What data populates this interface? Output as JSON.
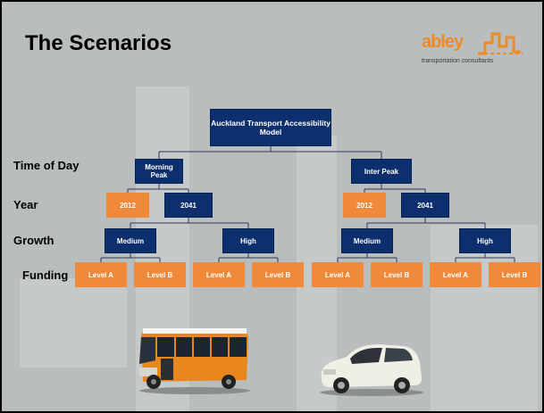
{
  "slide": {
    "title": "The Scenarios",
    "logo": {
      "word": "abley",
      "tagline": "transportation consultants"
    }
  },
  "row_labels": {
    "time_of_day": "Time of Day",
    "year": "Year",
    "growth": "Growth",
    "funding": "Funding"
  },
  "tree": {
    "root": "Auckland Transport Accessibility Model",
    "time_of_day": [
      "Morning Peak",
      "Inter Peak"
    ],
    "year": [
      "2012",
      "2041",
      "2012",
      "2041"
    ],
    "growth": [
      "Medium",
      "High",
      "Medium",
      "High"
    ],
    "funding": [
      "Level A",
      "Level B",
      "Level A",
      "Level B",
      "Level A",
      "Level B",
      "Level A",
      "Level B"
    ]
  },
  "colors": {
    "navy": "#0d2f6e",
    "orange": "#f08a3a",
    "background": "#b9bdbd"
  },
  "images": [
    "bus",
    "car"
  ]
}
